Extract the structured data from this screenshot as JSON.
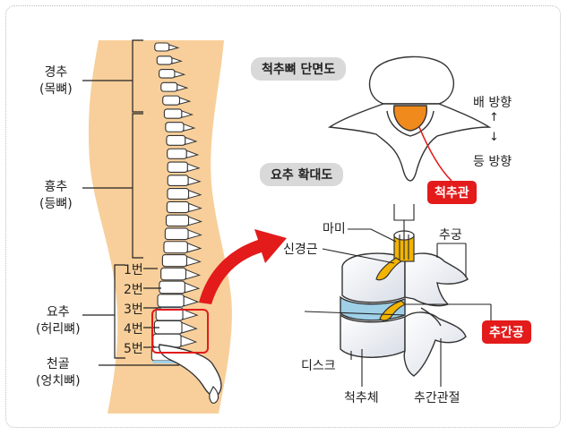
{
  "spine": {
    "cervical": {
      "name": "경추",
      "alt": "(목뼈)"
    },
    "thoracic": {
      "name": "흉추",
      "alt": "(등뼈)"
    },
    "lumbar": {
      "name": "요추",
      "alt": "(허리뼈)"
    },
    "sacrum": {
      "name": "천골",
      "alt": "(엉치뼈)"
    },
    "lumbar_numbers": [
      "1번",
      "2번",
      "3번",
      "4번",
      "5번"
    ]
  },
  "cross_section": {
    "title": "척추뼈 단면도",
    "ventral": "배 방향",
    "dorsal": "등 방향",
    "up_arrow": "↑",
    "down_arrow": "↓"
  },
  "lumbar_detail": {
    "title": "요추 확대도",
    "spinal_canal": "척추관",
    "cauda_equina": "마미",
    "nerve_root": "신경근",
    "vertebral_arch": "추궁",
    "foramen": "추간공",
    "disc": "디스크",
    "vertebral_body": "척추체",
    "facet_joint": "추간관절"
  },
  "colors": {
    "body_fill": "#f8cf9a",
    "highlight_red": "#e31b1b",
    "nerve_yellow": "#f2b400",
    "canal_orange": "#f08a1c",
    "disc_blue": "#9fd0e8"
  }
}
